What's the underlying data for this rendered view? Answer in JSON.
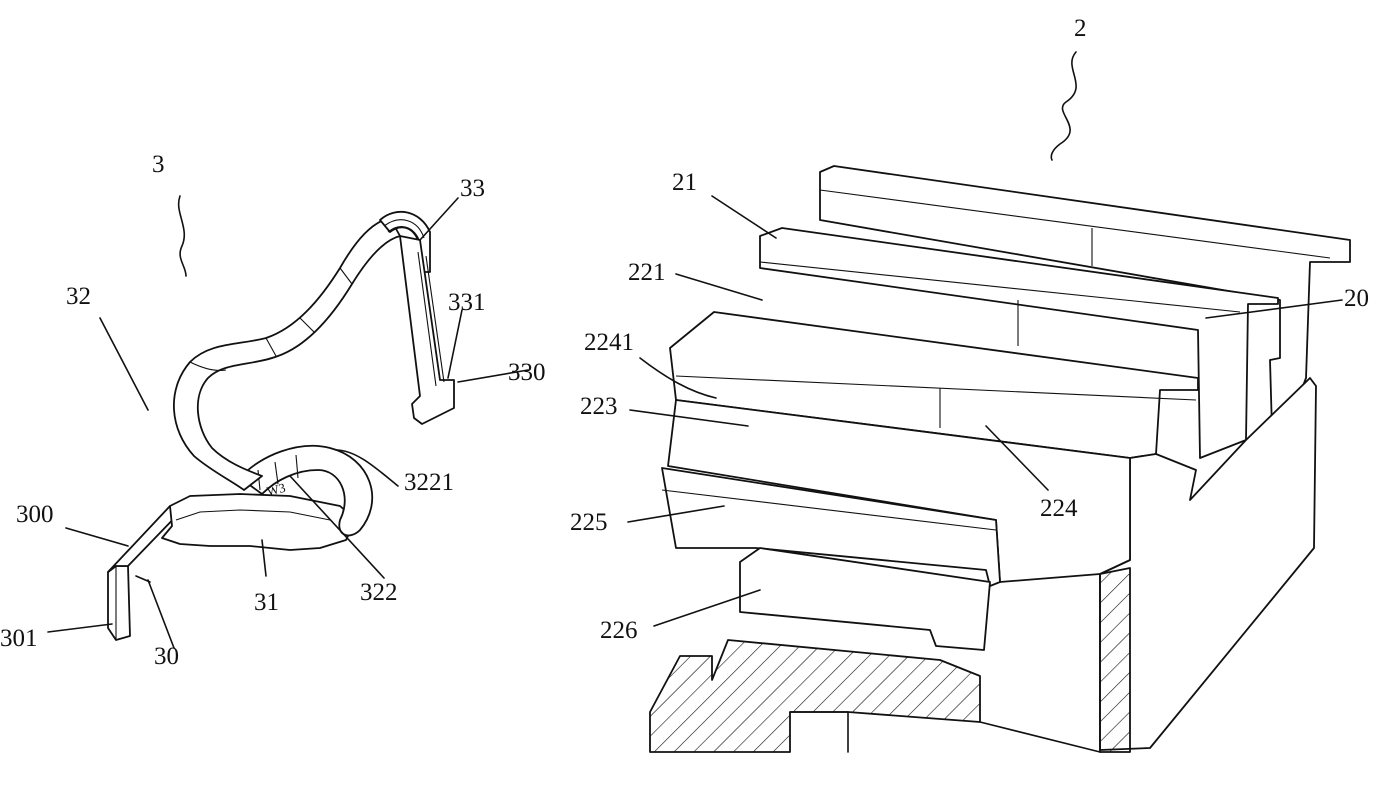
{
  "figure": {
    "spring_labels": {
      "assembly": "3",
      "l30": "30",
      "l300": "300",
      "l301": "301",
      "l31": "31",
      "l32": "32",
      "l322": "322",
      "l3221": "3221",
      "l33": "33",
      "l330": "330",
      "l331": "331",
      "w3": "W3"
    },
    "housing_labels": {
      "assembly": "2",
      "l20": "20",
      "l21": "21",
      "l221": "221",
      "l2241": "2241",
      "l223": "223",
      "l224": "224",
      "l225": "225",
      "l226": "226"
    }
  }
}
